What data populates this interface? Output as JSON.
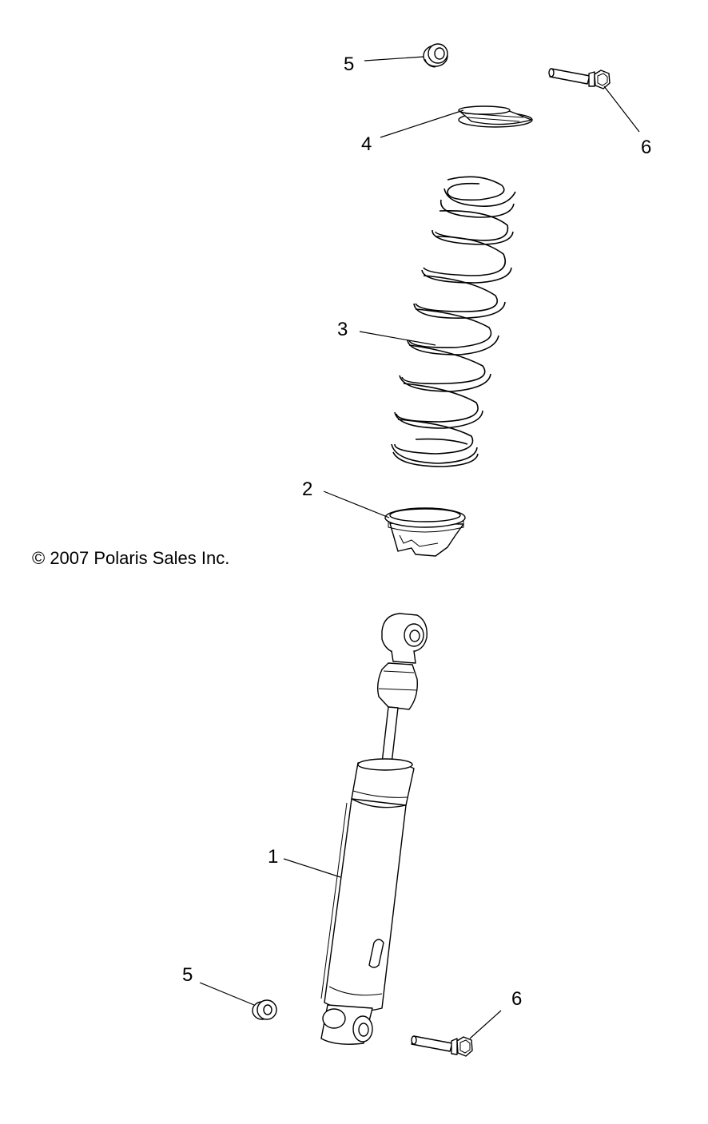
{
  "copyright": "© 2007 Polaris Sales Inc.",
  "callouts": {
    "shock_absorber": "1",
    "lower_spring_seat": "2",
    "spring": "3",
    "upper_spring_retainer": "4",
    "bushing_top": "5",
    "bolt_top": "6",
    "bushing_bottom": "5",
    "bolt_bottom": "6"
  }
}
